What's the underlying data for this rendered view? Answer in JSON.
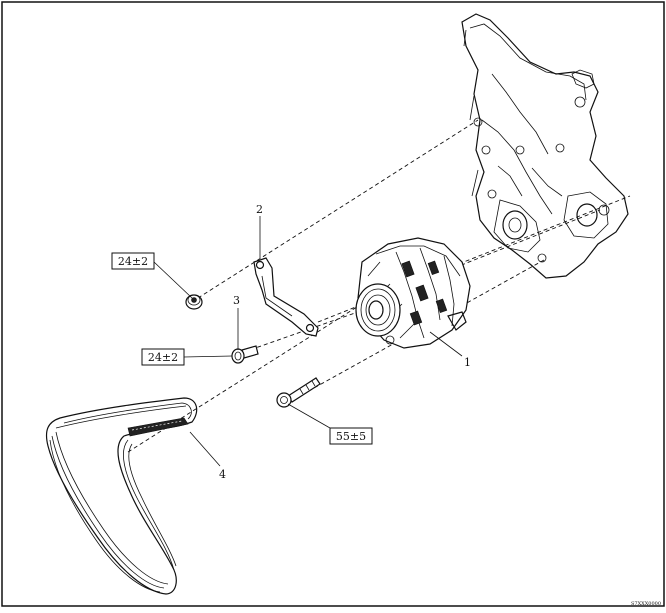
{
  "callouts": {
    "alternator": "1",
    "bracket": "2",
    "bolt_small": "3",
    "belt": "4"
  },
  "torques": {
    "nut_upper": "24±2",
    "bolt_small": "24±2",
    "bolt_long": "55±5"
  },
  "drawing_code": "S7XXX0000"
}
